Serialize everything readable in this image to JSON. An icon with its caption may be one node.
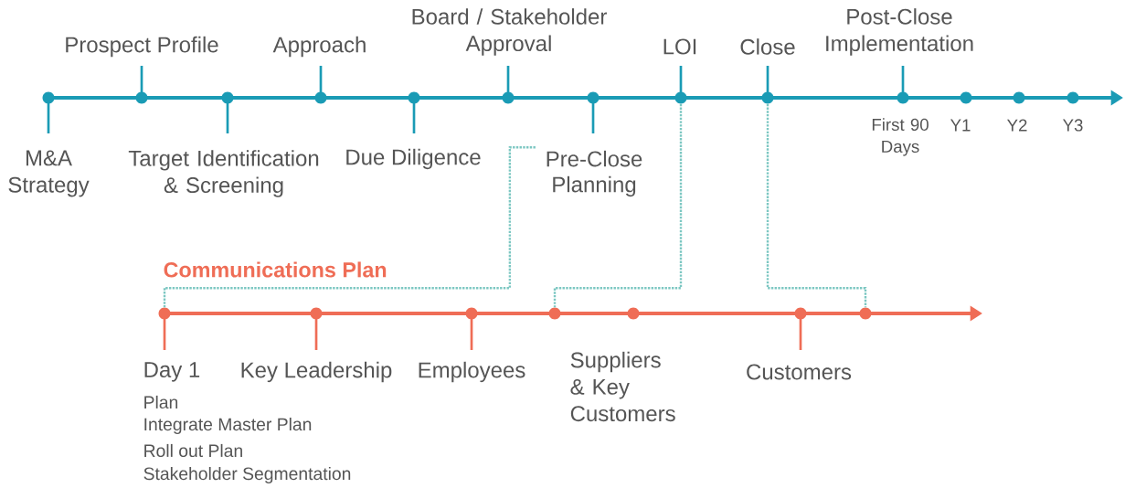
{
  "diagram": {
    "nodes": [
      {
        "text": [
          "Pre-Close Planning"
        ]
      },
      {
        "text": [],
        "shape": "circle"
      },
      {
        "text": [],
        "shape": "circle"
      },
      {
        "text": [],
        "shape": "circle"
      },
      {
        "text": [],
        "shape": "circle"
      },
      {
        "text": [],
        "shape": "circle"
      },
      {
        "text": [],
        "shape": "circle"
      },
      {
        "text": [],
        "shape": "circle"
      },
      {
        "text": [],
        "shape": "circle"
      },
      {
        "text": [],
        "shape": "circle"
      },
      {
        "text": [],
        "shape": "circle"
      },
      {
        "text": [],
        "shape": "circle"
      },
      {
        "text": [],
        "shape": "circle"
      },
      {
        "text": [],
        "shape": "circle"
      },
      {
        "text": [],
        "shape": "circle"
      },
      {
        "text": [],
        "shape": "circle"
      },
      {
        "text": [],
        "shape": "circle"
      },
      {
        "text": [],
        "shape": "circle"
      },
      {
        "text": [],
        "shape": "circle"
      },
      {
        "text": [],
        "shape": "circle"
      },
      {
        "text": [],
        "shape": "circle"
      }
    ],
    "edges": [
      {
        "from": 0,
        "to": 14,
        "arrow": "none",
        "style": "dashed"
      },
      {
        "from": 8,
        "to": 17,
        "arrow": "none",
        "style": "dashed"
      },
      {
        "from": 9,
        "to": 20,
        "arrow": "none",
        "style": "dashed"
      }
    ],
    "labels": [
      "Board / Stakeholder Approval",
      "Post-Close Implementation",
      "Prospect Profile",
      "Approach",
      "LOI",
      "Close",
      "First 90 Days",
      "Y1",
      "Y2",
      "Y3",
      "M&A Strategy",
      "Target Identification & Screening",
      "Due Diligence",
      "Communications Plan",
      "Day 1",
      "Key Leadership",
      "Employees",
      "Suppliers & Key Customers",
      "Customers",
      "Plan",
      "Integrate Master Plan",
      "Roll out Plan",
      "Stakeholder Segmentation"
    ]
  }
}
